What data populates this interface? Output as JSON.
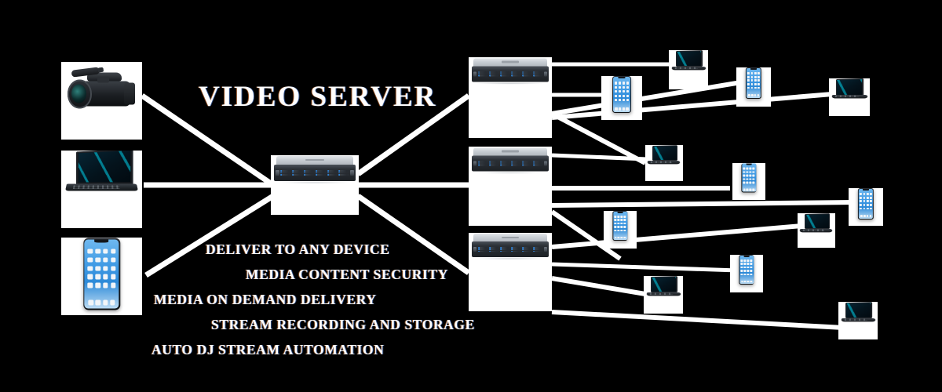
{
  "diagram": {
    "title": "VIDEO SERVER",
    "background_color": "#000000",
    "line_color": "#ffffff",
    "text_color": "#ffffff",
    "features": [
      "DELIVER TO ANY DEVICE",
      "MEDIA CONTENT SECURITY",
      "MEDIA ON DEMAND DELIVERY",
      "STREAM RECORDING AND STORAGE",
      "AUTO DJ STREAM AUTOMATION"
    ],
    "sources": [
      {
        "name": "camcorder",
        "label": "video camera source"
      },
      {
        "name": "laptop",
        "label": "laptop source"
      },
      {
        "name": "phone",
        "label": "smartphone source"
      }
    ],
    "core": {
      "name": "video-server",
      "label": "central video server"
    },
    "distribution_servers": [
      {
        "name": "server-1",
        "label": "distribution server 1"
      },
      {
        "name": "server-2",
        "label": "distribution server 2"
      },
      {
        "name": "server-3",
        "label": "distribution server 3"
      }
    ],
    "clients": [
      {
        "name": "phone",
        "label": "client phone"
      },
      {
        "name": "laptop",
        "label": "client laptop"
      },
      {
        "name": "phone",
        "label": "client phone"
      },
      {
        "name": "laptop",
        "label": "client laptop"
      },
      {
        "name": "laptop",
        "label": "client laptop"
      },
      {
        "name": "phone",
        "label": "client phone"
      },
      {
        "name": "phone",
        "label": "client phone"
      },
      {
        "name": "phone",
        "label": "client phone"
      },
      {
        "name": "laptop",
        "label": "client laptop"
      },
      {
        "name": "laptop",
        "label": "client laptop"
      },
      {
        "name": "phone",
        "label": "client phone"
      },
      {
        "name": "laptop",
        "label": "client laptop"
      }
    ]
  }
}
